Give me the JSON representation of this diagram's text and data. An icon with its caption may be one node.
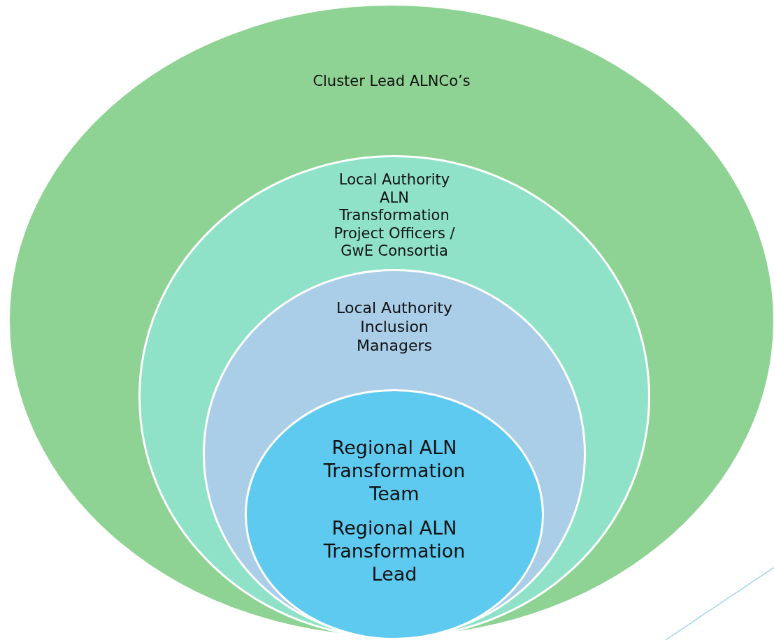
{
  "diagram": {
    "nodes": [
      {
        "text": [
          "Cluster Lead ALNCo’s"
        ]
      },
      {
        "text": [
          "Local Authority ALN Transformation Project Officers / GwE Consortia"
        ],
        "in": 0
      },
      {
        "text": [
          "Local Authority Inclusion Managers"
        ],
        "in": 1
      },
      {
        "text": [
          "Regional ALN Transformation Team",
          "Regional ALN Transformation Lead"
        ],
        "in": 2
      }
    ]
  }
}
